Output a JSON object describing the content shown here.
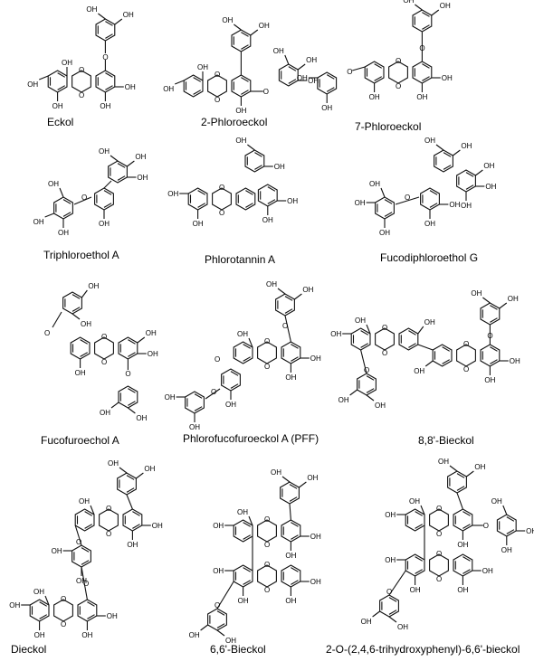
{
  "figure": {
    "compounds": [
      {
        "name": "Eckol"
      },
      {
        "name": "2-Phloroeckol"
      },
      {
        "name": "7-Phloroeckol"
      },
      {
        "name": "Triphloroethol A"
      },
      {
        "name": "Phlorotannin A"
      },
      {
        "name": "Fucodiphloroethol G"
      },
      {
        "name": "Fucofuroechol A"
      },
      {
        "name": "Phlorofucofuroeckol A (PFF)"
      },
      {
        "name": "8,8'-Bieckol"
      },
      {
        "name": "Dieckol"
      },
      {
        "name": "6,6'-Bieckol"
      },
      {
        "name": "2-O-(2,4,6-trihydroxyphenyl)-6,6'-bieckol"
      }
    ],
    "atom_labels": {
      "hydroxyl": "OH",
      "oxygen": "O"
    }
  }
}
